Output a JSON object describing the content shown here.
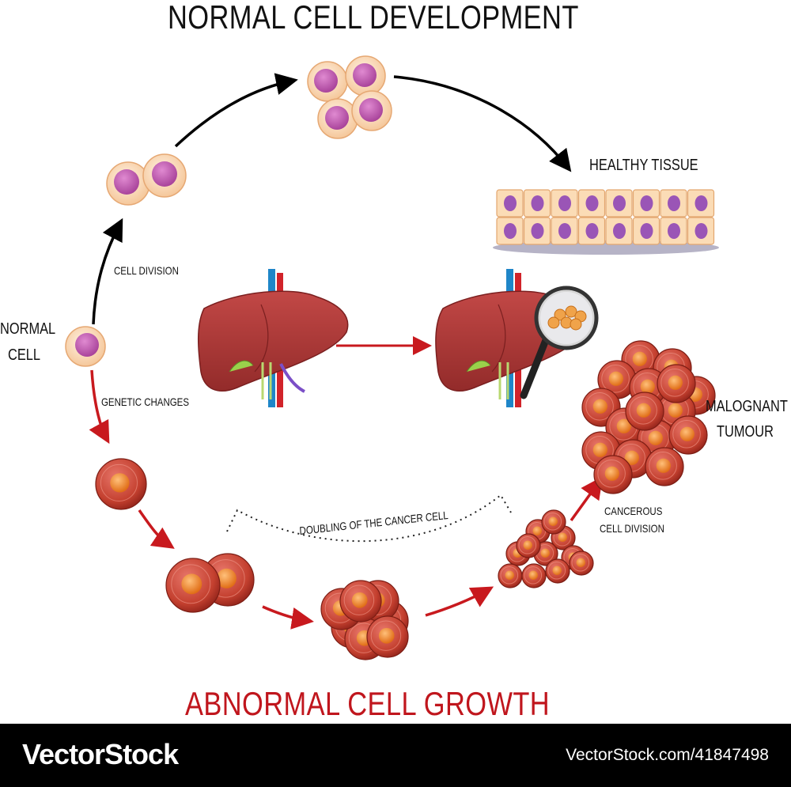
{
  "title_top": "NORMAL CELL DEVELOPMENT",
  "title_bottom": "ABNORMAL CELL GROWTH",
  "labels": {
    "normal_cell_1": "NORMAL",
    "normal_cell_2": "CELL",
    "cell_division": "CELL DIVISION",
    "healthy_tissue": "HEALTHY TISSUE",
    "genetic_changes": "GENETIC CHANGES",
    "doubling": "DOUBLING OF THE CANCER CELL",
    "cancerous_1": "CANCEROUS",
    "cancerous_2": "CELL DIVISION",
    "tumour_1": "MALOGNANT",
    "tumour_2": "TUMOUR"
  },
  "footer": {
    "brand": "VectorStock",
    "url": "VectorStock.com/41847498"
  },
  "colors": {
    "normal_cell_fill": "#f9d8b5",
    "normal_nucleus": "#c863b6",
    "cancer_cell": "#c4402f",
    "cancer_nucleus": "#f08a2a",
    "liver": "#b13a38",
    "arrow_red": "#c8191e",
    "arrow_black": "#000000"
  }
}
